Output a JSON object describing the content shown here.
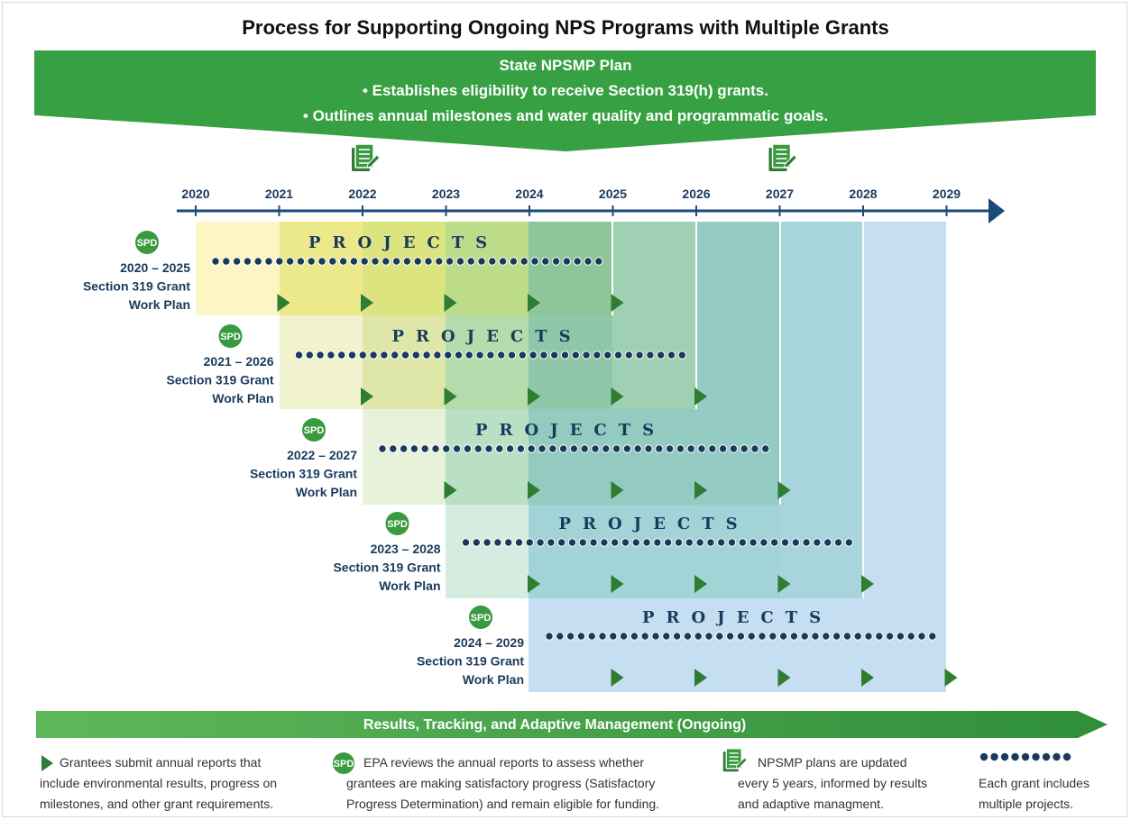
{
  "title": "Process for Supporting Ongoing NPS Programs with Multiple Grants",
  "banner": {
    "heading": "State  NPSMP Plan",
    "bullets": [
      "•  Establishes eligibility to receive Section 319(h) grants.",
      "•  Outlines annual milestones and water quality and programmatic goals."
    ]
  },
  "years": [
    "2020",
    "2021",
    "2022",
    "2023",
    "2024",
    "2025",
    "2026",
    "2027",
    "2028",
    "2029"
  ],
  "plan_update_years": [
    "2022",
    "2027"
  ],
  "grants": [
    {
      "badge": "SPD",
      "range": "2020 – 2025",
      "line2": "Section 319 Grant",
      "line3": "Work Plan",
      "projects": "PROJECTS"
    },
    {
      "badge": "SPD",
      "range": "2021 – 2026",
      "line2": "Section 319 Grant",
      "line3": "Work Plan",
      "projects": "PROJECTS"
    },
    {
      "badge": "SPD",
      "range": "2022 – 2027",
      "line2": "Section 319 Grant",
      "line3": "Work Plan",
      "projects": "PROJECTS"
    },
    {
      "badge": "SPD",
      "range": "2023 – 2028",
      "line2": "Section 319 Grant",
      "line3": "Work Plan",
      "projects": "PROJECTS"
    },
    {
      "badge": "SPD",
      "range": "2024 – 2029",
      "line2": "Section 319 Grant",
      "line3": "Work Plan",
      "projects": "PROJECTS"
    }
  ],
  "results_bar": "Results, Tracking, and Adaptive Management  (Ongoing)",
  "legend": {
    "reports": [
      "Grantees submit annual reports that",
      "include environmental results, progress on",
      "milestones, and other grant requirements."
    ],
    "spd_badge": "SPD",
    "spd": [
      "EPA reviews the annual reports to assess whether",
      "grantees are making satisfactory progress (Satisfactory",
      "Progress Determination) and remain eligible for funding."
    ],
    "plans": [
      "NPSMP plans are updated",
      "every 5 years, informed by results",
      "and adaptive managment."
    ],
    "projects": [
      "Each grant includes",
      "multiple projects."
    ]
  },
  "colors": {
    "green": "#3a9a3f",
    "navy": "#1a3a5c",
    "arrow_green": "#2e7d32"
  }
}
